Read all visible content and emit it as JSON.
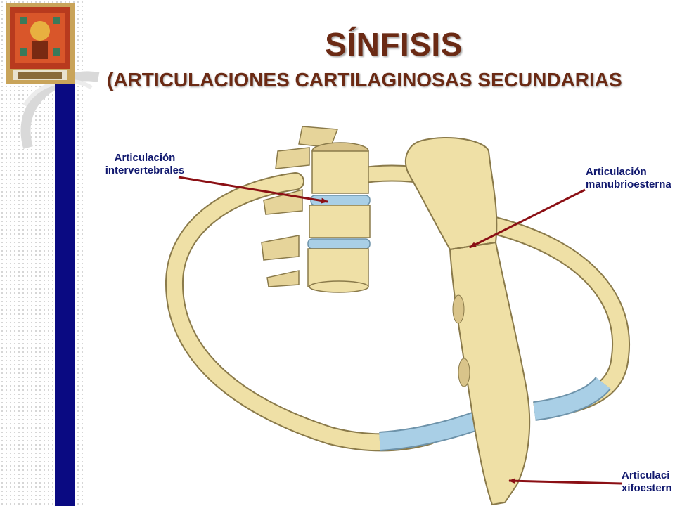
{
  "slide": {
    "title": "SÍNFISIS",
    "subtitle": "(ARTICULACIONES CARTILAGINOSAS SECUNDARIAS"
  },
  "labels": {
    "intervertebral": {
      "line1": "Articulación",
      "line2": "intervertebrales"
    },
    "manubriosternal": {
      "line1": "Articulación",
      "line2": "manubrioesterna"
    },
    "xiphosternal": {
      "line1": "Articulaci",
      "line2": "xifoestern"
    }
  },
  "colors": {
    "title": "#6b2a14",
    "label": "#10186e",
    "arrow": "#8b0f14",
    "bone": "#efe0a6",
    "cartilage": "#a9cfe6",
    "sidebar": "#0a0a82"
  }
}
